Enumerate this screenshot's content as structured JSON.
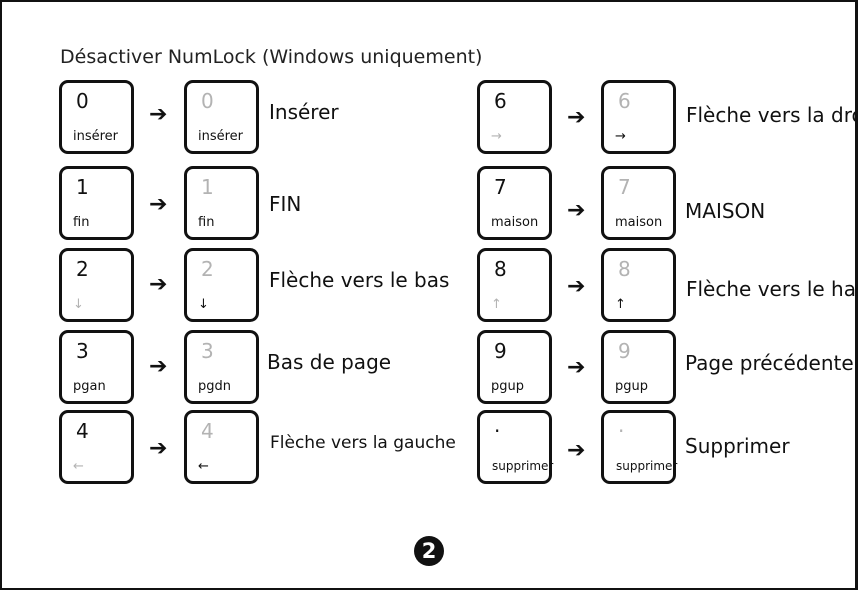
{
  "title": "Désactiver NumLock (Windows uniquement)",
  "page_number": "2",
  "left_rows": [
    {
      "key": "0",
      "sub": "insérer",
      "mapped_sub": "insérer",
      "label": "Insérer"
    },
    {
      "key": "1",
      "sub": "fin",
      "mapped_sub": "fin",
      "label": "FIN"
    },
    {
      "key": "2",
      "sub": "↓",
      "mapped_sub": "↓",
      "label": "Flèche vers le bas"
    },
    {
      "key": "3",
      "sub": "pgan",
      "mapped_sub": "pgdn",
      "label": "Bas de page"
    },
    {
      "key": "4",
      "sub": "←",
      "mapped_sub": "←",
      "label": "Flèche vers la gauche"
    }
  ],
  "right_rows": [
    {
      "key": "6",
      "sub": "→",
      "mapped_sub": "→",
      "label": "Flèche vers la dro"
    },
    {
      "key": "7",
      "sub": "maison",
      "mapped_sub": "maison",
      "label": "MAISON"
    },
    {
      "key": "8",
      "sub": "↑",
      "mapped_sub": "↑",
      "label": "Flèche vers le hau"
    },
    {
      "key": "9",
      "sub": "pgup",
      "mapped_sub": "pgup",
      "label": "Page précédente"
    },
    {
      "key": "·",
      "sub": "supprimer",
      "mapped_sub": "supprimer",
      "label": "Supprimer"
    }
  ],
  "arrow": "➔"
}
